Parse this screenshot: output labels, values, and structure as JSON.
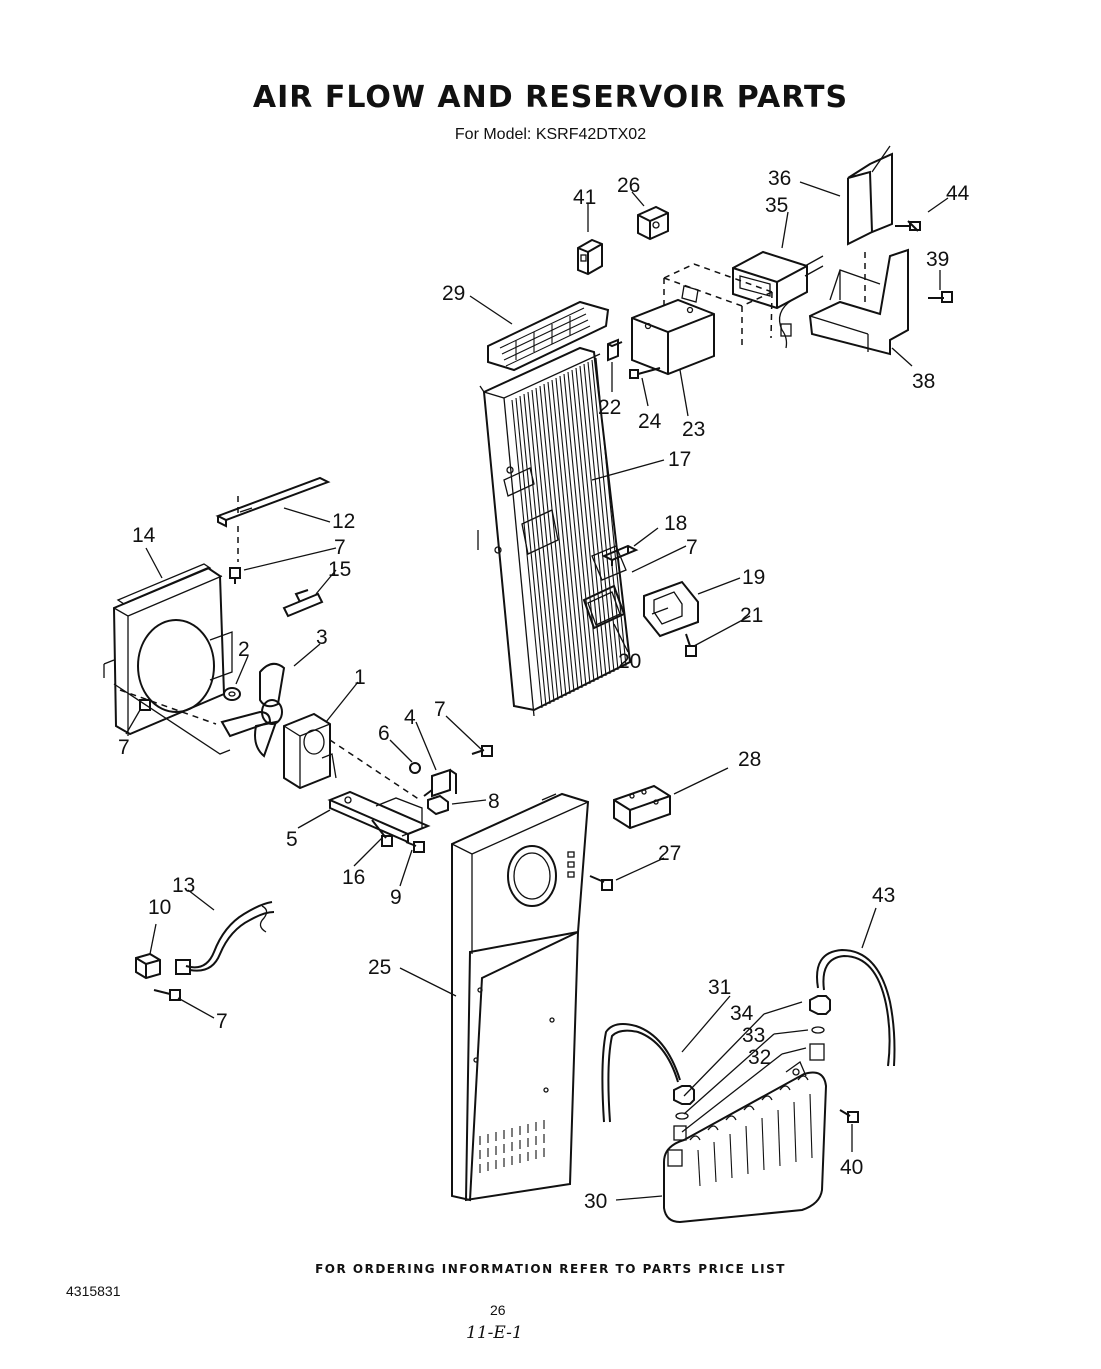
{
  "header": {
    "title": "AIR FLOW AND RESERVOIR PARTS",
    "subtitle": "For Model: KSRF42DTX02"
  },
  "footer": {
    "ordering_note": "FOR ORDERING INFORMATION REFER TO PARTS PRICE LIST",
    "document_number": "4315831",
    "page_number": "26",
    "handwritten_mark": "11-E-1"
  },
  "callouts": [
    "41",
    "26",
    "36",
    "35",
    "44",
    "39",
    "38",
    "29",
    "22",
    "24",
    "23",
    "17",
    "12",
    "14",
    "7",
    "15",
    "18",
    "7",
    "19",
    "21",
    "20",
    "3",
    "2",
    "1",
    "7",
    "6",
    "4",
    "7",
    "8",
    "28",
    "5",
    "16",
    "9",
    "27",
    "13",
    "10",
    "7",
    "25",
    "43",
    "31",
    "34",
    "33",
    "32",
    "40",
    "30"
  ]
}
